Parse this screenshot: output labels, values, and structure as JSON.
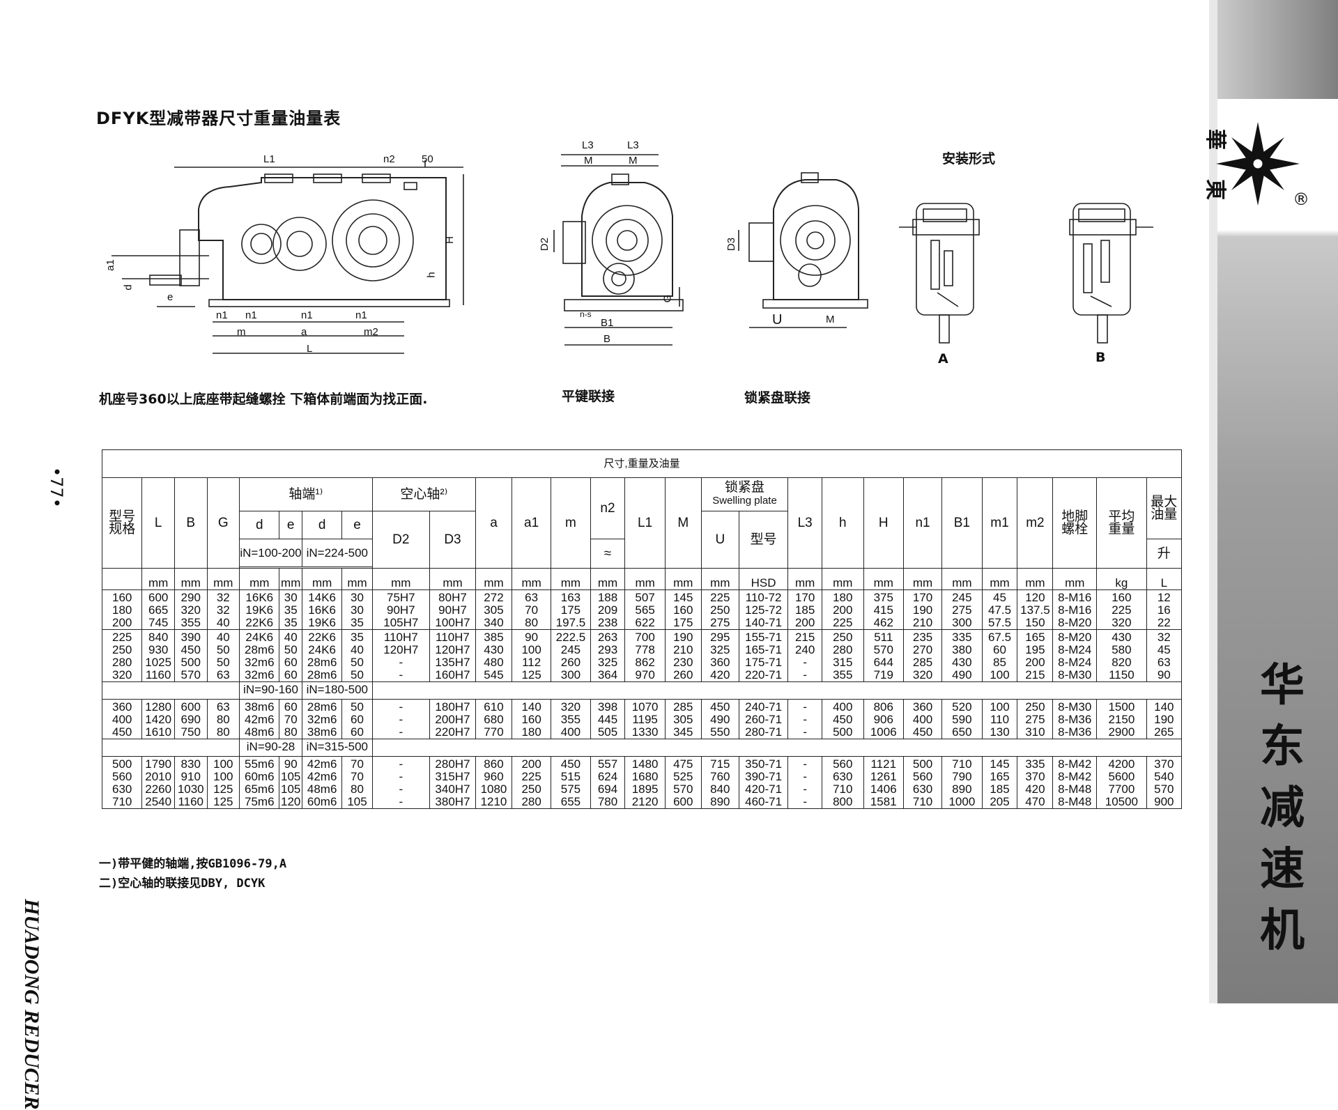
{
  "title": "DFYK型减带器尺寸重量油量表",
  "captions": {
    "left": "机座号360以上底座带起缝螺拴   下箱体前端面为找正面.",
    "key": "平键联接",
    "lock": "锁紧盘联接",
    "mount": "安装形式",
    "mount_a": "A",
    "mount_b": "B"
  },
  "drawing_labels": {
    "main": [
      "L1",
      "n2",
      "50",
      "H",
      "h",
      "a1",
      "d",
      "e",
      "n1",
      "n1",
      "n1",
      "n1",
      "m",
      "a",
      "m2",
      "L"
    ],
    "key": [
      "L3",
      "L3",
      "M",
      "M",
      "D2",
      "G",
      "n-s",
      "B1",
      "B"
    ],
    "lock": [
      "D3",
      "U",
      "M"
    ]
  },
  "brand": {
    "logo_top": "華",
    "logo_bottom": "東",
    "registered": "®",
    "vertical": "华东减速机",
    "english": "HUADONG  REDUCER",
    "page": "•77•"
  },
  "table": {
    "caption": "尺寸,重量及油量",
    "headers": {
      "model": "型号\n规格",
      "L": "L",
      "B": "B",
      "G": "G",
      "shaft": "轴端¹⁾",
      "hollow": "空心轴²⁾",
      "a": "a",
      "a1": "a1",
      "m": "m",
      "n2": "n2",
      "L1": "L1",
      "M": "M",
      "lock": "锁紧盘",
      "lock_en": "Swelling plate",
      "L3": "L3",
      "h": "h",
      "H": "H",
      "n1": "n1",
      "B1": "B1",
      "m1": "m1",
      "m2": "m2",
      "bolt": "地脚\n螺栓",
      "weight": "平均\n重量",
      "oil": "最大\n油量",
      "d1": "d",
      "e1": "e",
      "d2": "d",
      "e2": "e",
      "D2": "D2",
      "D3": "D3",
      "approx": "≈",
      "U": "U",
      "type": "型号",
      "oil_unit": "升",
      "ratio1": "iN=100-200",
      "ratio2": "iN=224-500"
    },
    "units": [
      "mm",
      "mm",
      "mm",
      "mm",
      "mm",
      "mm",
      "mm",
      "mm",
      "mm",
      "mm",
      "mm",
      "mm",
      "mm",
      "mm",
      "mm",
      "mm",
      "HSD",
      "mm",
      "mm",
      "mm",
      "mm",
      "mm",
      "mm",
      "mm",
      "mm",
      "kg",
      "L"
    ],
    "groups": [
      {
        "cells": [
          "160\n180\n200",
          "600\n665\n745",
          "290\n320\n355",
          "32\n32\n40",
          "16K6\n19K6\n22K6",
          "30\n35\n35",
          "14K6\n16K6\n19K6",
          "30\n30\n35",
          "75H7\n90H7\n105H7",
          "80H7\n90H7\n100H7",
          "272\n305\n340",
          "63\n70\n80",
          "163\n175\n197.5",
          "188\n209\n238",
          "507\n565\n622",
          "145\n160\n175",
          "225\n250\n275",
          "110-72\n125-72\n140-71",
          "170\n185\n200",
          "180\n200\n225",
          "375\n415\n462",
          "170\n190\n210",
          "245\n275\n300",
          "45\n47.5\n57.5",
          "120\n137.5\n150",
          "8-M16\n8-M16\n8-M20",
          "160\n225\n320",
          "12\n16\n22"
        ]
      },
      {
        "cells": [
          "225\n250\n280\n320",
          "840\n930\n1025\n1160",
          "390\n450\n500\n570",
          "40\n50\n50\n63",
          "24K6\n28m6\n32m6\n32m6",
          "40\n50\n60\n60",
          "22K6\n24K6\n28m6\n28m6",
          "35\n40\n50\n50",
          "110H7\n120H7\n-\n-",
          "110H7\n120H7\n135H7\n160H7",
          "385\n430\n480\n545",
          "90\n100\n112\n125",
          "222.5\n245\n260\n300",
          "263\n293\n325\n364",
          "700\n778\n862\n970",
          "190\n210\n230\n260",
          "295\n325\n360\n420",
          "155-71\n165-71\n175-71\n220-71",
          "215\n240\n-\n-",
          "250\n280\n315\n355",
          "511\n570\n644\n719",
          "235\n270\n285\n320",
          "335\n380\n430\n490",
          "67.5\n60\n85\n100",
          "165\n195\n200\n215",
          "8-M20\n8-M24\n8-M24\n8-M30",
          "430\n580\n820\n1150",
          "32\n45\n63\n90"
        ]
      },
      {
        "ratio1": "iN=90-160",
        "ratio2": "iN=180-500",
        "cells": [
          "360\n400\n450",
          "1280\n1420\n1610",
          "600\n690\n750",
          "63\n80\n80",
          "38m6\n42m6\n48m6",
          "60\n70\n80",
          "28m6\n32m6\n38m6",
          "50\n60\n60",
          "-\n-\n-",
          "180H7\n200H7\n220H7",
          "610\n680\n770",
          "140\n160\n180",
          "320\n355\n400",
          "398\n445\n505",
          "1070\n1195\n1330",
          "285\n305\n345",
          "450\n490\n550",
          "240-71\n260-71\n280-71",
          "-\n-\n-",
          "400\n450\n500",
          "806\n906\n1006",
          "360\n400\n450",
          "520\n590\n650",
          "100\n110\n130",
          "250\n275\n310",
          "8-M30\n8-M36\n8-M36",
          "1500\n2150\n2900",
          "140\n190\n265"
        ]
      },
      {
        "ratio1": "iN=90-28",
        "ratio2": "iN=315-500",
        "cells": [
          "500\n560\n630\n710",
          "1790\n2010\n2260\n2540",
          "830\n910\n1030\n1160",
          "100\n100\n125\n125",
          "55m6\n60m6\n65m6\n75m6",
          "90\n105\n105\n120",
          "42m6\n42m6\n48m6\n60m6",
          "70\n70\n80\n105",
          "-\n-\n-\n-",
          "280H7\n315H7\n340H7\n380H7",
          "860\n960\n1080\n1210",
          "200\n225\n250\n280",
          "450\n515\n575\n655",
          "557\n624\n694\n780",
          "1480\n1680\n1895\n2120",
          "475\n525\n570\n600",
          "715\n760\n840\n890",
          "350-71\n390-71\n420-71\n460-71",
          "-\n-\n-\n-",
          "560\n630\n710\n800",
          "1121\n1261\n1406\n1581",
          "500\n560\n630\n710",
          "710\n790\n890\n1000",
          "145\n165\n185\n205",
          "335\n370\n420\n470",
          "8-M42\n8-M42\n8-M48\n8-M48",
          "4200\n5600\n7700\n10500",
          "370\n540\n570\n900"
        ]
      }
    ]
  },
  "notes": [
    "一)带平健的轴端,按GB1096-79,A",
    "二)空心轴的联接见DBY,      DCYK"
  ]
}
